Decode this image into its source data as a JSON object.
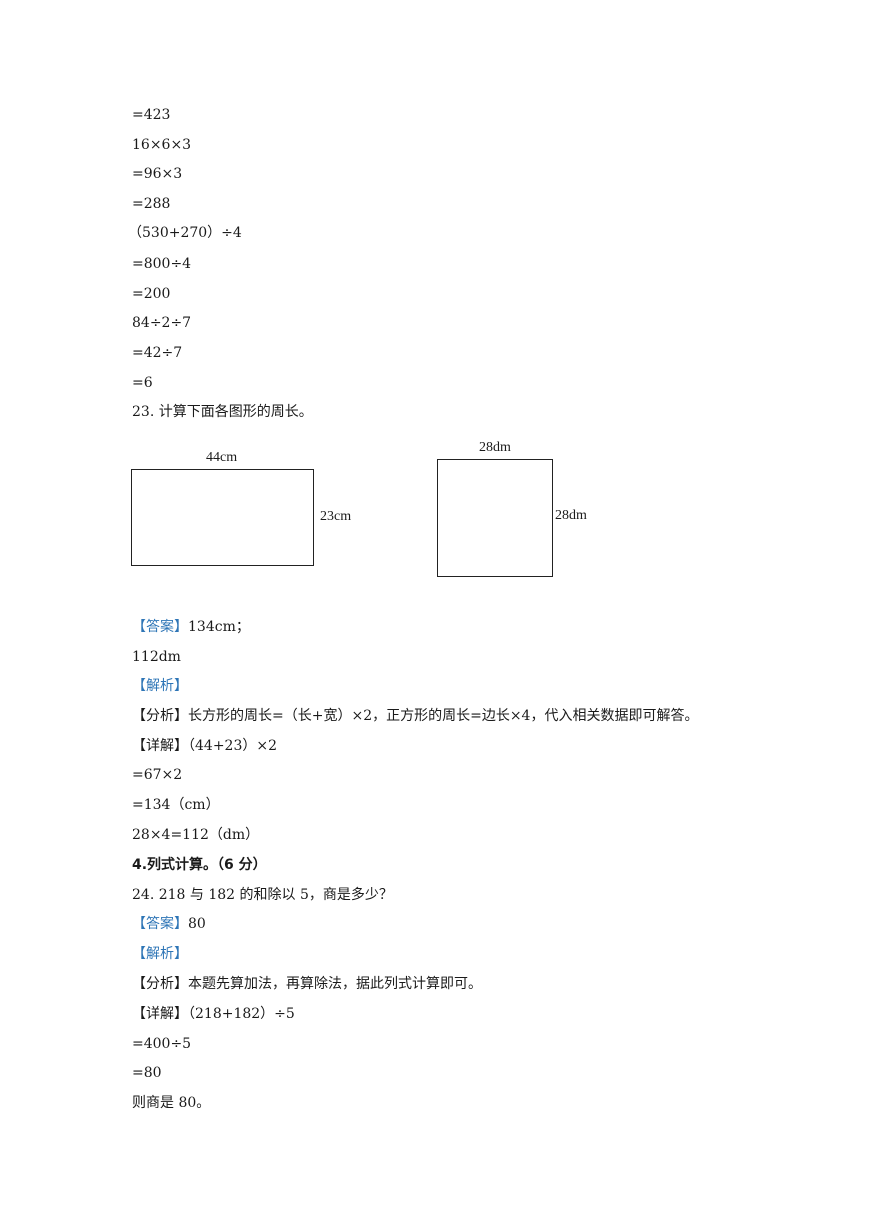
{
  "pre_lines": [
    "=423",
    "16×6×3",
    "=96×3",
    "=288",
    "（530+270）÷4",
    "=800÷4",
    "=200",
    "84÷2÷7",
    "=42÷7",
    "=6"
  ],
  "q23": {
    "title": "23.  计算下面各图形的周长。",
    "rect_width_label": "44cm",
    "rect_height_label": "23cm",
    "square_top_label": "28dm",
    "square_side_label": "28dm",
    "answer_tag": "【答案】",
    "answer_1": "134cm；",
    "answer_2": "112dm",
    "analysis_tag": "【解析】",
    "fenxi_tag": "【分析】",
    "fenxi_text": "长方形的周长=（长+宽）×2，正方形的周长=边长×4，代入相关数据即可解答。",
    "xiangjie_tag": "【详解】",
    "xiangjie_first": "（44+23）×2",
    "steps": [
      "=67×2",
      "=134（cm）",
      "28×4=112（dm）"
    ]
  },
  "section4": {
    "heading": "4.列式计算。（6 分）"
  },
  "q24": {
    "title": "24.  218 与 182 的和除以 5，商是多少？",
    "answer_tag": "【答案】",
    "answer": "80",
    "analysis_tag": "【解析】",
    "fenxi_tag": "【分析】",
    "fenxi_text": "本题先算加法，再算除法，据此列式计算即可。",
    "xiangjie_tag": "【详解】",
    "xiangjie_first": "（218+182）÷5",
    "steps": [
      "=400÷5",
      "=80",
      "则商是 80。"
    ]
  }
}
